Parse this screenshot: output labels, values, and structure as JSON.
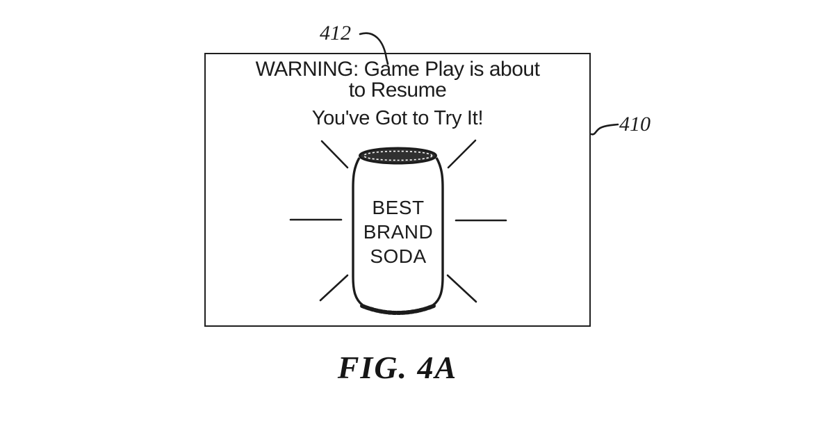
{
  "colors": {
    "ink": "#1c1c1c",
    "background": "#ffffff"
  },
  "caption": "FIG. 4A",
  "labels": {
    "warning_overlay_ref": "412",
    "screen_ref": "410"
  },
  "screen": {
    "warning_line1": "WARNING: Game Play is about",
    "warning_line2": "to Resume",
    "tagline": "You've Got to Try It!",
    "soda_can": {
      "brand_line1": "BEST",
      "brand_line2": "BRAND",
      "brand_line3": "SODA"
    }
  }
}
